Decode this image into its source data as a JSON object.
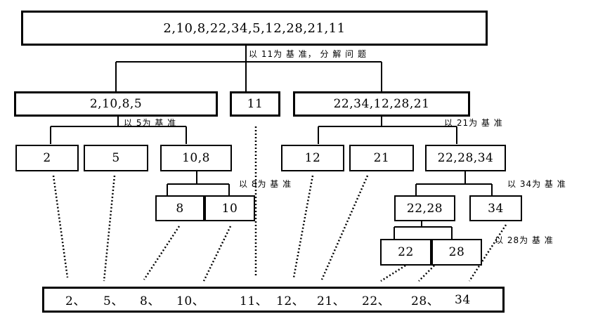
{
  "root": "2,10,8,22,34,5,12,28,21,11",
  "level1": {
    "left": "2,10,8,5",
    "pivot": "11",
    "right": "22,34,12,28,21"
  },
  "level2": {
    "a": "2",
    "b": "5",
    "c": "10,8",
    "d": "12",
    "e": "21",
    "f": "22,28,34"
  },
  "level3": {
    "a": "8",
    "b": "10",
    "c": "22,28",
    "d": "34"
  },
  "level4": {
    "a": "22",
    "b": "28"
  },
  "notes": {
    "n11": "以 11为 基 准， 分 解 问 题",
    "n5": "以 5为 基 准",
    "n21": "以 21为 基 准",
    "n8": "以 8为 基 准",
    "n34": "以 34为 基 准",
    "n28": "以 28为 基 准"
  },
  "result": [
    "2、",
    "5、",
    "8、",
    "10、",
    "11、",
    "12、",
    "21、",
    "22、",
    "28、",
    "34"
  ]
}
